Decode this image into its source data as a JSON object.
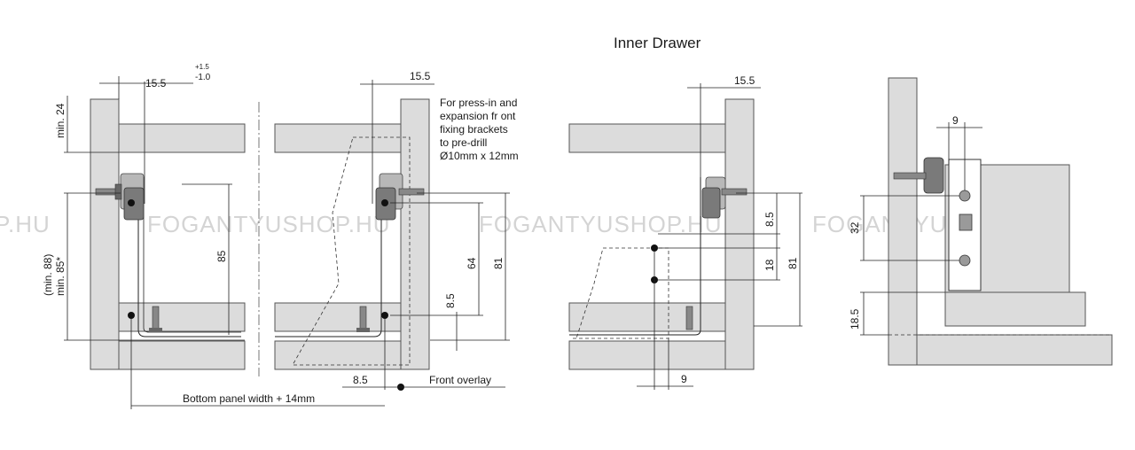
{
  "title": "Inner Drawer",
  "watermark": "FOGANTYUSHOP.HU",
  "watermark_left": "P.HU",
  "left_view": {
    "dim_15_5_tol": "15.5",
    "tol_plus": "+1.5",
    "tol_minus": "-1.0",
    "min24": "min. 24",
    "min88": "(min. 88)",
    "min85": "min. 85*",
    "dim85": "85",
    "dim_bottom": "Bottom panel width + 14mm"
  },
  "middle_view": {
    "dim15_5": "15.5",
    "note_line1": "For press-in and",
    "note_line2": "expansion fr ont",
    "note_line3": "fixing brackets",
    "note_line4": "to pre-drill",
    "note_line5": "Ø10mm x 12mm",
    "dim64": "64",
    "dim81": "81",
    "dim8_5": "8.5",
    "dim8_5b": "8.5",
    "front_overlay": "Front overlay"
  },
  "right_view": {
    "dim15_5": "15.5",
    "dim8_5": "8.5",
    "dim18": "18",
    "dim81": "81",
    "dim9": "9"
  },
  "side_view": {
    "dim9": "9",
    "dim32": "32",
    "dim18_5": "18.5"
  }
}
